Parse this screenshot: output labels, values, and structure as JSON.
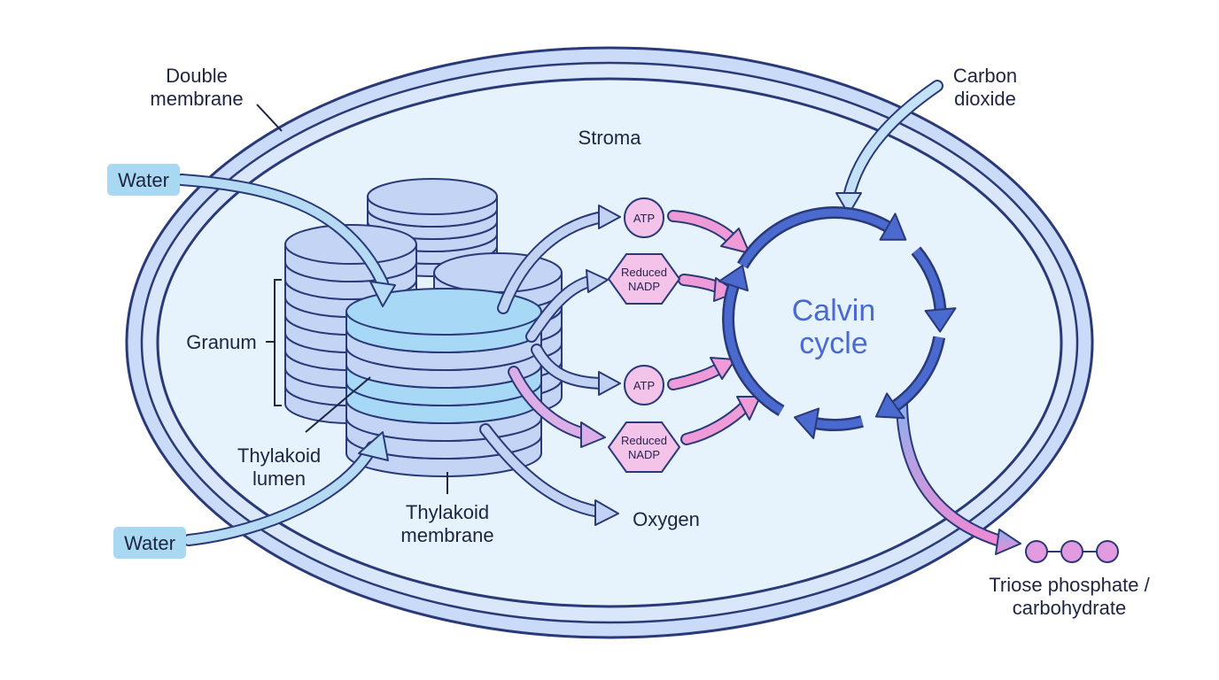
{
  "labels": {
    "double_membrane_line1": "Double",
    "double_membrane_line2": "membrane",
    "stroma": "Stroma",
    "carbon_dioxide_line1": "Carbon",
    "carbon_dioxide_line2": "dioxide",
    "water_top": "Water",
    "water_bottom": "Water",
    "granum": "Granum",
    "thylakoid_lumen_line1": "Thylakoid",
    "thylakoid_lumen_line2": "lumen",
    "thylakoid_membrane_line1": "Thylakoid",
    "thylakoid_membrane_line2": "membrane",
    "oxygen": "Oxygen",
    "atp_top": "ATP",
    "atp_bottom": "ATP",
    "reduced_nadp_top_line1": "Reduced",
    "reduced_nadp_top_line2": "NADP",
    "reduced_nadp_bottom_line1": "Reduced",
    "reduced_nadp_bottom_line2": "NADP",
    "calvin_line1": "Calvin",
    "calvin_line2": "cycle",
    "triose_line1": "Triose phosphate /",
    "triose_line2": "carbohydrate"
  },
  "colors": {
    "outline": "#2a3a78",
    "membrane_fill": "#c9dbf8",
    "stroma_fill": "#e6f3fc",
    "disc_fill": "#c3d4f5",
    "lumen_fill": "#a7d8f5",
    "calvin_blue": "#4a6ad0",
    "pink": "#e07bd0",
    "molecule_fill": "#f3c3ea",
    "water_tag": "#a9d8f3"
  }
}
